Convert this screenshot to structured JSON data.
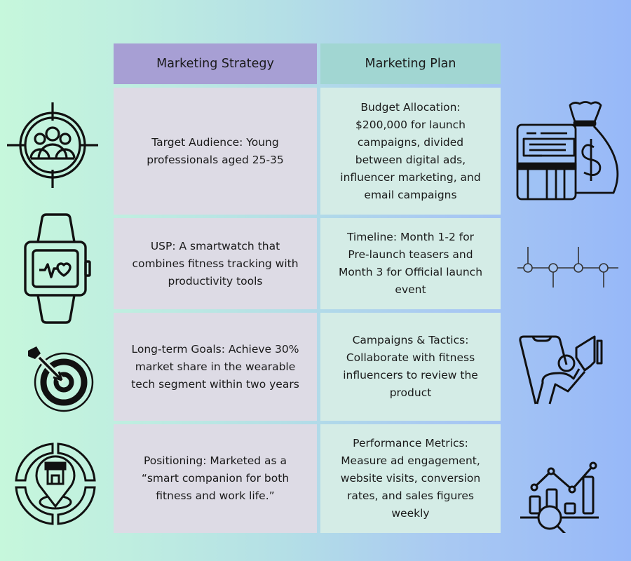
{
  "table": {
    "headers": {
      "strategy": "Marketing Strategy",
      "plan": "Marketing Plan"
    },
    "rows": [
      {
        "strategy": "Target Audience: Young\nprofessionals aged 25-35",
        "plan": "Budget Allocation:\n$200,000 for launch\ncampaigns, divided\nbetween digital ads,\ninfluencer marketing, and\nemail campaigns"
      },
      {
        "strategy": "USP: A smartwatch that\ncombines fitness tracking with\nproductivity tools",
        "plan": "Timeline: Month 1-2 for\nPre-launch teasers and\nMonth 3 for Official launch\nevent"
      },
      {
        "strategy": "Long-term Goals: Achieve 30%\nmarket share in the wearable\ntech segment within two years",
        "plan": "Campaigns & Tactics:\nCollaborate with fitness\ninfluencers to review the\nproduct"
      },
      {
        "strategy": "Positioning: Marketed as a\n“smart companion for both\nfitness and work life.”",
        "plan": "Performance Metrics:\nMeasure ad engagement,\nwebsite visits, conversion\nrates, and sales figures\nweekly"
      }
    ]
  },
  "icons": {
    "left": [
      "target-audience-icon",
      "smartwatch-heartbeat-icon",
      "bullseye-arrow-icon",
      "store-location-icon"
    ],
    "right": [
      "budget-money-bag-icon",
      "timeline-icon",
      "influencer-megaphone-icon",
      "analytics-chart-icon"
    ]
  },
  "colors": {
    "header_strategy": "#a79fd4",
    "header_plan": "#a1d6d2",
    "cell_strategy": "#dddbe5",
    "cell_plan": "#d4ece6",
    "background_left": "#c6f7dc",
    "background_right": "#97b8f8"
  }
}
